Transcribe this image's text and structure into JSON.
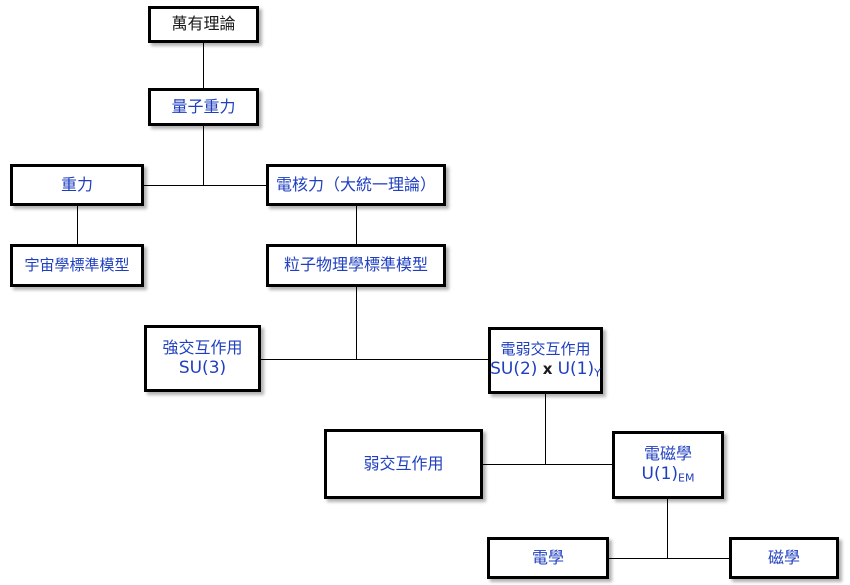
{
  "diagram": {
    "title": "Physics theories hierarchy flow chart",
    "accent_color": "#1f3fbf",
    "line_color": "#000000",
    "box_border_color": "#000000",
    "background_color": "#ffffff",
    "nodes": [
      {
        "id": "toe",
        "label": "萬有理論",
        "text_color": "black",
        "lines": [
          "萬有理論"
        ]
      },
      {
        "id": "quantum-gravity",
        "label": "量子重力",
        "text_color": "blue",
        "lines": [
          "量子重力"
        ]
      },
      {
        "id": "gravity",
        "label": "重力",
        "text_color": "blue",
        "lines": [
          "重力"
        ]
      },
      {
        "id": "electronuclear-force",
        "label": "電核力（大統一理論）",
        "text_color": "blue",
        "lines": [
          "電核力（大統一理論）"
        ]
      },
      {
        "id": "cosmology-standard-model",
        "label": "宇宙學標準模型",
        "text_color": "blue",
        "lines": [
          "宇宙學標準模型"
        ]
      },
      {
        "id": "particle-standard-model",
        "label": "粒子物理學標準模型",
        "text_color": "blue",
        "lines": [
          "粒子物理學標準模型"
        ]
      },
      {
        "id": "strong-interaction",
        "label": "強交互作用",
        "text_color": "blue",
        "lines": [
          "強交互作用",
          "SU(3)"
        ]
      },
      {
        "id": "electroweak-interaction",
        "label": "電弱交互作用",
        "text_color": "blue",
        "lines": [
          "電弱交互作用",
          "SU(2) x U(1)Y"
        ],
        "formula": {
          "left": "SU(2)",
          "op": "x",
          "right": "U(1)",
          "subscript": "Y"
        }
      },
      {
        "id": "weak-interaction",
        "label": "弱交互作用",
        "text_color": "blue",
        "lines": [
          "弱交互作用"
        ]
      },
      {
        "id": "electromagnetism",
        "label": "電磁學",
        "text_color": "blue",
        "lines": [
          "電磁學",
          "U(1)EM"
        ],
        "formula": {
          "left": "U(1)",
          "subscript": "EM"
        }
      },
      {
        "id": "electricity",
        "label": "電學",
        "text_color": "blue",
        "lines": [
          "電學"
        ]
      },
      {
        "id": "magnetism",
        "label": "磁學",
        "text_color": "blue",
        "lines": [
          "磁學"
        ]
      }
    ],
    "labels": {
      "toe": "萬有理論",
      "quantum_gravity": "量子重力",
      "gravity": "重力",
      "electronuclear": "電核力（大統一理論）",
      "cosmology_sm": "宇宙學標準模型",
      "particle_sm": "粒子物理學標準模型",
      "strong": "強交互作用",
      "strong_group": "SU(3)",
      "electroweak": "電弱交互作用",
      "electroweak_left": "SU(2)",
      "electroweak_op": "x",
      "electroweak_right": "U(1)",
      "electroweak_sub": "Y",
      "weak": "弱交互作用",
      "electromagnetism": "電磁學",
      "em_group": "U(1)",
      "em_sub": "EM",
      "electricity": "電學",
      "magnetism": "磁學"
    }
  }
}
